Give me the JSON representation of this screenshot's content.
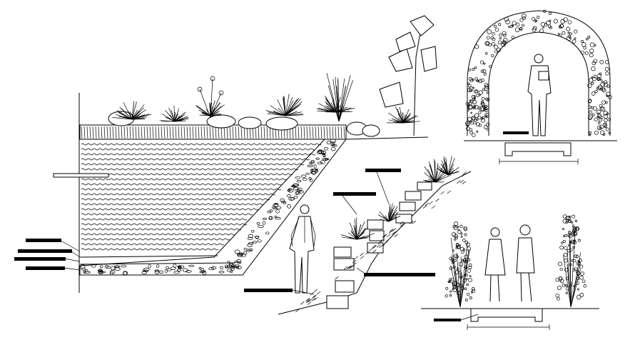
{
  "labels": {
    "pond_note_1": "",
    "pond_note_2": "",
    "pond_note_3": "",
    "pond_note_4": "",
    "stairs_note_top": "",
    "stairs_note_mid": "",
    "stairs_note_right": "",
    "stairs_note_bottom": "",
    "arch_note": "",
    "arch_dim": "",
    "planter_left_note": "",
    "planter_right_note": "",
    "planter_bottom_note": "",
    "planter_dim": ""
  },
  "colors": {
    "ink": "#000000",
    "paper": "#ffffff"
  },
  "icons": [
    "pond-section",
    "plant-cluster",
    "stair-section",
    "person-figure",
    "garden-arch",
    "planter-bed"
  ]
}
